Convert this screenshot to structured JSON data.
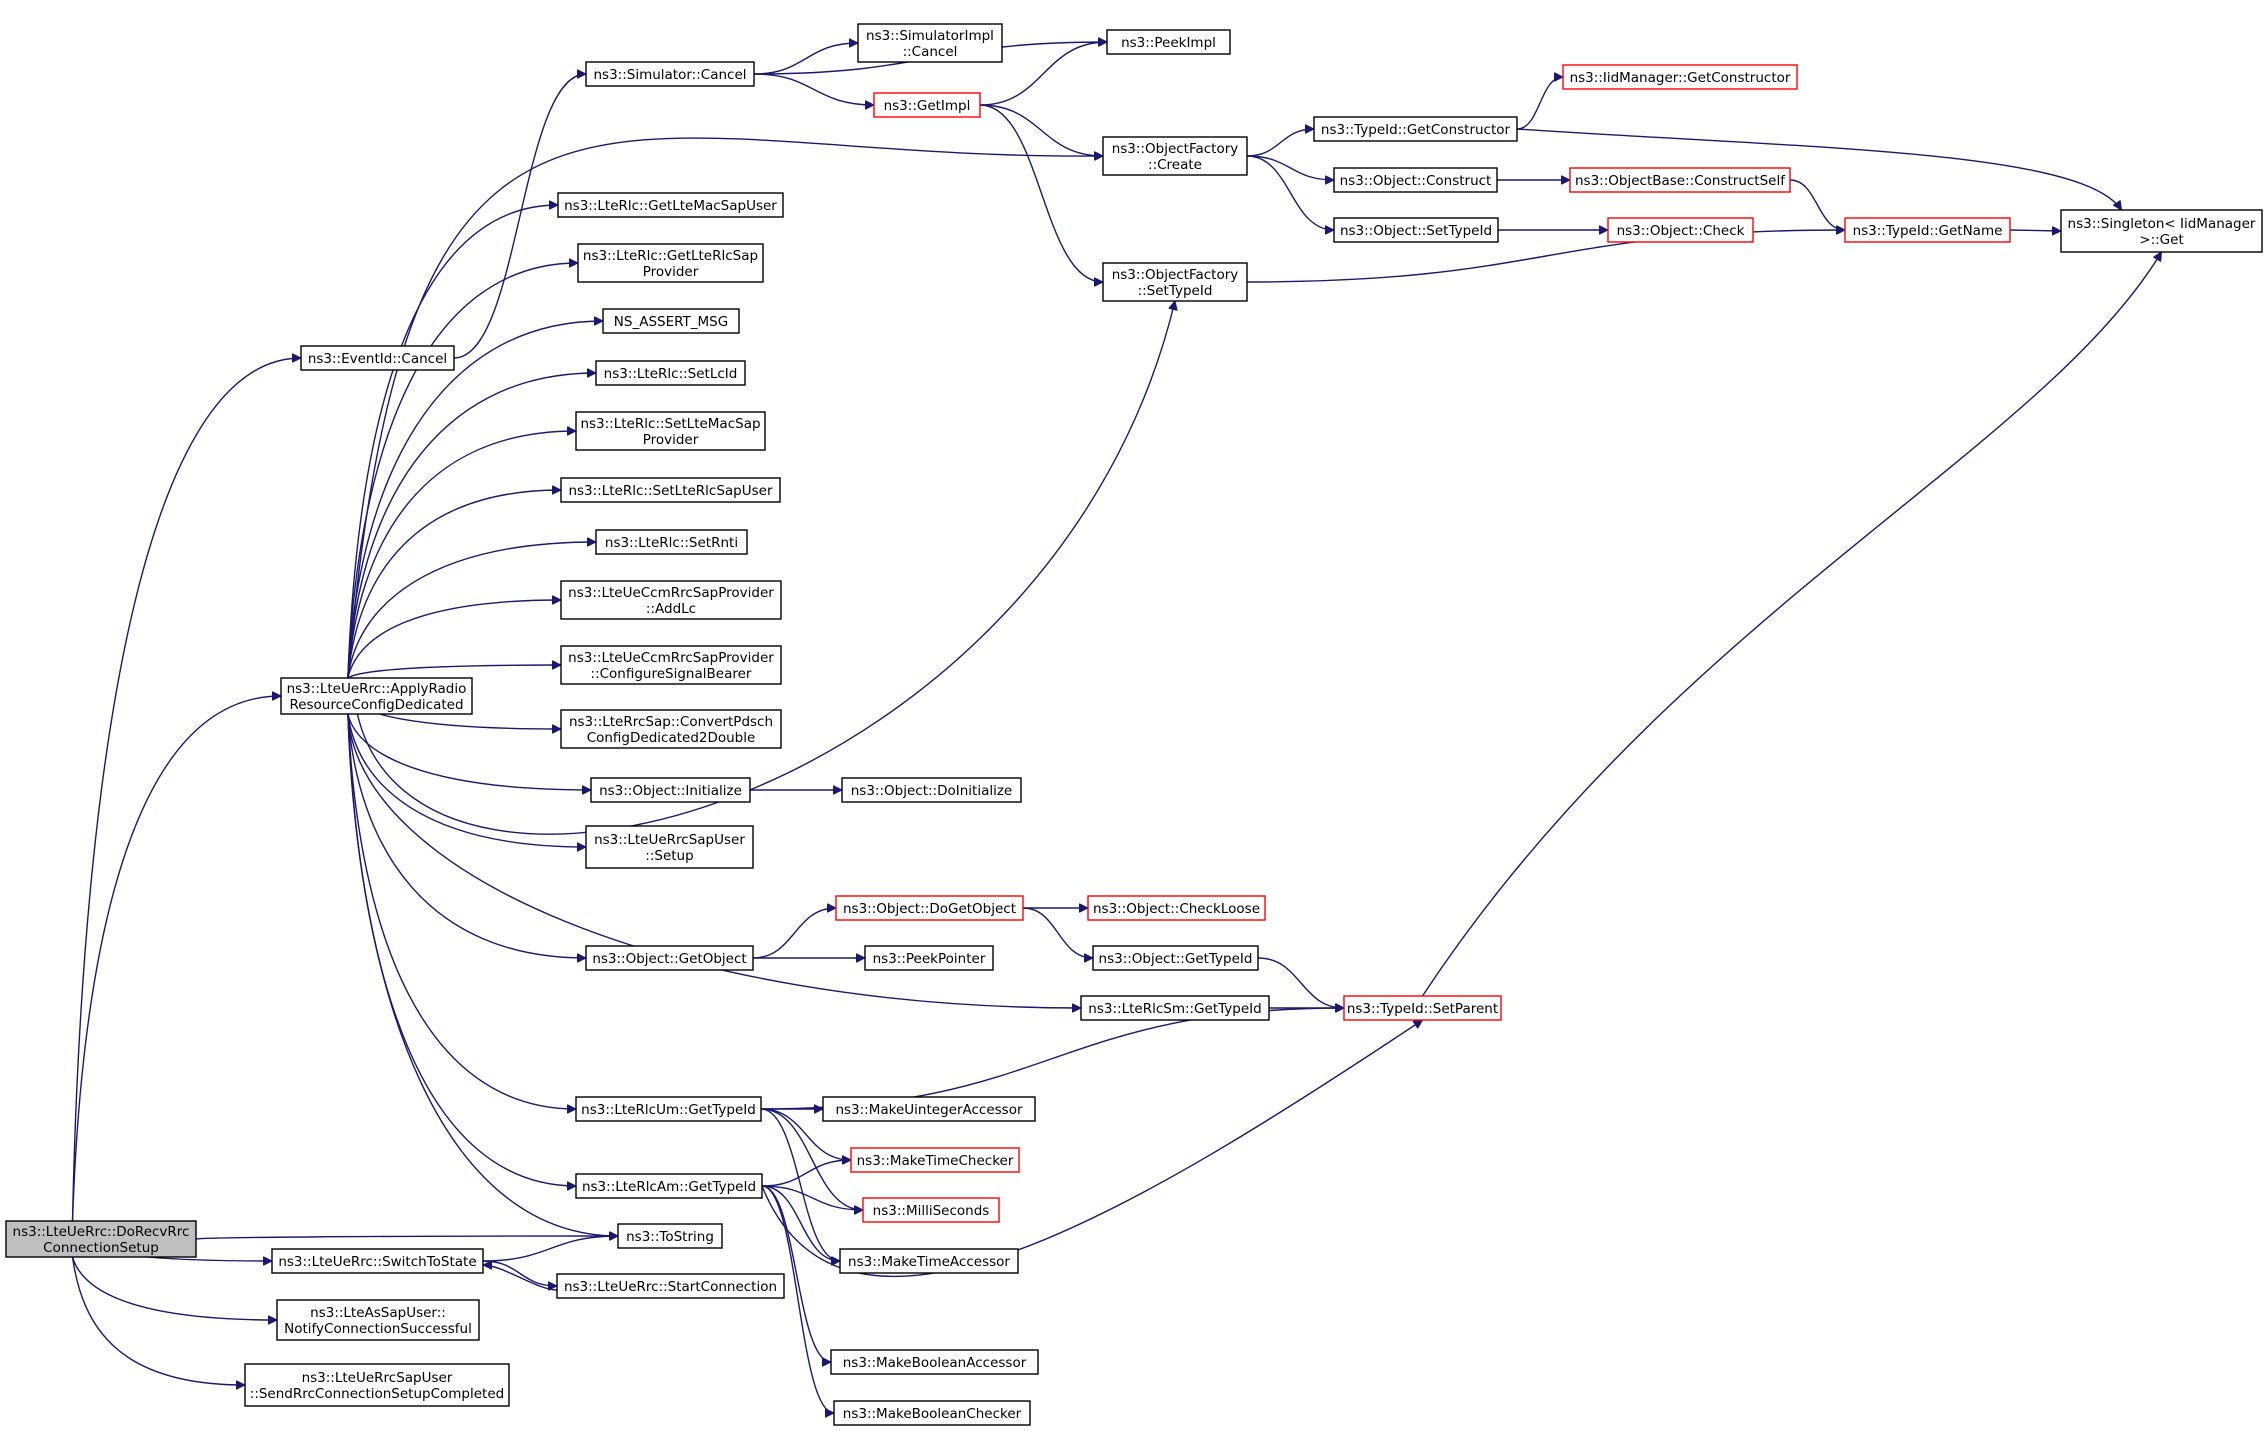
{
  "nodes": [
    {
      "id": "root",
      "lines": [
        "ns3::LteUeRrc::DoRecvRrc",
        "ConnectionSetup"
      ],
      "style": "root"
    },
    {
      "id": "eventid_cancel",
      "lines": [
        "ns3::EventId::Cancel"
      ],
      "style": "normal"
    },
    {
      "id": "sim_cancel",
      "lines": [
        "ns3::Simulator::Cancel"
      ],
      "style": "normal"
    },
    {
      "id": "simimpl_cancel",
      "lines": [
        "ns3::SimulatorImpl",
        "::Cancel"
      ],
      "style": "normal"
    },
    {
      "id": "peekimpl",
      "lines": [
        "ns3::PeekImpl"
      ],
      "style": "normal"
    },
    {
      "id": "getimpl",
      "lines": [
        "ns3::GetImpl"
      ],
      "style": "red"
    },
    {
      "id": "of_create",
      "lines": [
        "ns3::ObjectFactory",
        "::Create"
      ],
      "style": "normal"
    },
    {
      "id": "tid_getctor",
      "lines": [
        "ns3::TypeId::GetConstructor"
      ],
      "style": "normal"
    },
    {
      "id": "iid_getctor",
      "lines": [
        "ns3::IidManager::GetConstructor"
      ],
      "style": "red"
    },
    {
      "id": "obj_construct",
      "lines": [
        "ns3::Object::Construct"
      ],
      "style": "normal"
    },
    {
      "id": "objbase_cself",
      "lines": [
        "ns3::ObjectBase::ConstructSelf"
      ],
      "style": "red"
    },
    {
      "id": "obj_settypeid",
      "lines": [
        "ns3::Object::SetTypeId"
      ],
      "style": "normal"
    },
    {
      "id": "obj_check",
      "lines": [
        "ns3::Object::Check"
      ],
      "style": "red"
    },
    {
      "id": "tid_getname",
      "lines": [
        "ns3::TypeId::GetName"
      ],
      "style": "red"
    },
    {
      "id": "singleton_get",
      "lines": [
        "ns3::Singleton< IidManager",
        ">::Get"
      ],
      "style": "normal"
    },
    {
      "id": "of_settypeid",
      "lines": [
        "ns3::ObjectFactory",
        "::SetTypeId"
      ],
      "style": "normal"
    },
    {
      "id": "rlc_getmacuser",
      "lines": [
        "ns3::LteRlc::GetLteMacSapUser"
      ],
      "style": "normal"
    },
    {
      "id": "rlc_getrlcprov",
      "lines": [
        "ns3::LteRlc::GetLteRlcSap",
        "Provider"
      ],
      "style": "normal"
    },
    {
      "id": "ns_assert",
      "lines": [
        "NS_ASSERT_MSG"
      ],
      "style": "normal"
    },
    {
      "id": "rlc_setlcid",
      "lines": [
        "ns3::LteRlc::SetLcId"
      ],
      "style": "normal"
    },
    {
      "id": "rlc_setmacprov",
      "lines": [
        "ns3::LteRlc::SetLteMacSap",
        "Provider"
      ],
      "style": "normal"
    },
    {
      "id": "rlc_setrlcuser",
      "lines": [
        "ns3::LteRlc::SetLteRlcSapUser"
      ],
      "style": "normal"
    },
    {
      "id": "rlc_setrnti",
      "lines": [
        "ns3::LteRlc::SetRnti"
      ],
      "style": "normal"
    },
    {
      "id": "ccm_addlc",
      "lines": [
        "ns3::LteUeCcmRrcSapProvider",
        "::AddLc"
      ],
      "style": "normal"
    },
    {
      "id": "ccm_configsb",
      "lines": [
        "ns3::LteUeCcmRrcSapProvider",
        "::ConfigureSignalBearer"
      ],
      "style": "normal"
    },
    {
      "id": "apply_radio",
      "lines": [
        "ns3::LteUeRrc::ApplyRadio",
        "ResourceConfigDedicated"
      ],
      "style": "normal"
    },
    {
      "id": "rrcsap_convert",
      "lines": [
        "ns3::LteRrcSap::ConvertPdsch",
        "ConfigDedicated2Double"
      ],
      "style": "normal"
    },
    {
      "id": "obj_initialize",
      "lines": [
        "ns3::Object::Initialize"
      ],
      "style": "normal"
    },
    {
      "id": "obj_doinitialize",
      "lines": [
        "ns3::Object::DoInitialize"
      ],
      "style": "normal"
    },
    {
      "id": "rrcsapuser_setup",
      "lines": [
        "ns3::LteUeRrcSapUser",
        "::Setup"
      ],
      "style": "normal"
    },
    {
      "id": "obj_dogetobject",
      "lines": [
        "ns3::Object::DoGetObject"
      ],
      "style": "red"
    },
    {
      "id": "obj_checkloose",
      "lines": [
        "ns3::Object::CheckLoose"
      ],
      "style": "red"
    },
    {
      "id": "obj_getobject",
      "lines": [
        "ns3::Object::GetObject"
      ],
      "style": "normal"
    },
    {
      "id": "peekpointer",
      "lines": [
        "ns3::PeekPointer"
      ],
      "style": "normal"
    },
    {
      "id": "obj_gettypeid",
      "lines": [
        "ns3::Object::GetTypeId"
      ],
      "style": "normal"
    },
    {
      "id": "rlcsm_gettypeid",
      "lines": [
        "ns3::LteRlcSm::GetTypeId"
      ],
      "style": "normal"
    },
    {
      "id": "tid_setparent",
      "lines": [
        "ns3::TypeId::SetParent"
      ],
      "style": "red"
    },
    {
      "id": "rlcum_gettypeid",
      "lines": [
        "ns3::LteRlcUm::GetTypeId"
      ],
      "style": "normal"
    },
    {
      "id": "make_uint_acc",
      "lines": [
        "ns3::MakeUintegerAccessor"
      ],
      "style": "normal"
    },
    {
      "id": "make_time_chk",
      "lines": [
        "ns3::MakeTimeChecker"
      ],
      "style": "red"
    },
    {
      "id": "rlcam_gettypeid",
      "lines": [
        "ns3::LteRlcAm::GetTypeId"
      ],
      "style": "normal"
    },
    {
      "id": "milliseconds",
      "lines": [
        "ns3::MilliSeconds"
      ],
      "style": "red"
    },
    {
      "id": "tostring",
      "lines": [
        "ns3::ToString"
      ],
      "style": "normal"
    },
    {
      "id": "make_time_acc",
      "lines": [
        "ns3::MakeTimeAccessor"
      ],
      "style": "normal"
    },
    {
      "id": "switchtostate",
      "lines": [
        "ns3::LteUeRrc::SwitchToState"
      ],
      "style": "normal"
    },
    {
      "id": "startconnection",
      "lines": [
        "ns3::LteUeRrc::StartConnection"
      ],
      "style": "normal"
    },
    {
      "id": "notifyconn",
      "lines": [
        "ns3::LteAsSapUser::",
        "NotifyConnectionSuccessful"
      ],
      "style": "normal"
    },
    {
      "id": "make_bool_acc",
      "lines": [
        "ns3::MakeBooleanAccessor"
      ],
      "style": "normal"
    },
    {
      "id": "sendrrc",
      "lines": [
        "ns3::LteUeRrcSapUser",
        "::SendRrcConnectionSetupCompleted"
      ],
      "style": "normal"
    },
    {
      "id": "make_bool_chk",
      "lines": [
        "ns3::MakeBooleanChecker"
      ],
      "style": "normal"
    }
  ],
  "edges": [
    [
      "root",
      "eventid_cancel"
    ],
    [
      "root",
      "apply_radio"
    ],
    [
      "root",
      "tostring"
    ],
    [
      "root",
      "switchtostate"
    ],
    [
      "root",
      "notifyconn"
    ],
    [
      "root",
      "sendrrc"
    ],
    [
      "eventid_cancel",
      "sim_cancel"
    ],
    [
      "sim_cancel",
      "simimpl_cancel"
    ],
    [
      "sim_cancel",
      "peekimpl"
    ],
    [
      "sim_cancel",
      "getimpl"
    ],
    [
      "getimpl",
      "peekimpl"
    ],
    [
      "getimpl",
      "of_create"
    ],
    [
      "getimpl",
      "of_settypeid"
    ],
    [
      "of_create",
      "tid_getctor"
    ],
    [
      "of_create",
      "obj_construct"
    ],
    [
      "of_create",
      "obj_settypeid"
    ],
    [
      "tid_getctor",
      "iid_getctor"
    ],
    [
      "tid_getctor",
      "singleton_get"
    ],
    [
      "obj_construct",
      "objbase_cself"
    ],
    [
      "objbase_cself",
      "tid_getname"
    ],
    [
      "obj_settypeid",
      "obj_check"
    ],
    [
      "tid_getname",
      "singleton_get"
    ],
    [
      "of_settypeid",
      "tid_getname"
    ],
    [
      "apply_radio",
      "of_create"
    ],
    [
      "apply_radio",
      "rlc_getmacuser"
    ],
    [
      "apply_radio",
      "rlc_getrlcprov"
    ],
    [
      "apply_radio",
      "ns_assert"
    ],
    [
      "apply_radio",
      "rlc_setlcid"
    ],
    [
      "apply_radio",
      "rlc_setmacprov"
    ],
    [
      "apply_radio",
      "rlc_setrlcuser"
    ],
    [
      "apply_radio",
      "rlc_setrnti"
    ],
    [
      "apply_radio",
      "ccm_addlc"
    ],
    [
      "apply_radio",
      "ccm_configsb"
    ],
    [
      "apply_radio",
      "rrcsap_convert"
    ],
    [
      "apply_radio",
      "obj_initialize"
    ],
    [
      "apply_radio",
      "rrcsapuser_setup"
    ],
    [
      "apply_radio",
      "of_settypeid"
    ],
    [
      "apply_radio",
      "obj_getobject"
    ],
    [
      "apply_radio",
      "rlcsm_gettypeid"
    ],
    [
      "apply_radio",
      "rlcum_gettypeid"
    ],
    [
      "apply_radio",
      "rlcam_gettypeid"
    ],
    [
      "apply_radio",
      "tostring"
    ],
    [
      "obj_initialize",
      "obj_doinitialize"
    ],
    [
      "obj_getobject",
      "obj_dogetobject"
    ],
    [
      "obj_getobject",
      "peekpointer"
    ],
    [
      "obj_dogetobject",
      "obj_checkloose"
    ],
    [
      "obj_dogetobject",
      "obj_gettypeid"
    ],
    [
      "obj_gettypeid",
      "tid_setparent"
    ],
    [
      "rlcsm_gettypeid",
      "tid_setparent"
    ],
    [
      "tid_setparent",
      "singleton_get"
    ],
    [
      "rlcum_gettypeid",
      "tid_setparent"
    ],
    [
      "rlcum_gettypeid",
      "make_uint_acc"
    ],
    [
      "rlcum_gettypeid",
      "make_time_chk"
    ],
    [
      "rlcum_gettypeid",
      "milliseconds"
    ],
    [
      "rlcum_gettypeid",
      "make_time_acc"
    ],
    [
      "rlcam_gettypeid",
      "make_time_chk"
    ],
    [
      "rlcam_gettypeid",
      "milliseconds"
    ],
    [
      "rlcam_gettypeid",
      "make_time_acc"
    ],
    [
      "rlcam_gettypeid",
      "tid_setparent"
    ],
    [
      "rlcam_gettypeid",
      "make_bool_acc"
    ],
    [
      "rlcam_gettypeid",
      "make_bool_chk"
    ],
    [
      "switchtostate",
      "tostring"
    ],
    [
      "switchtostate",
      "startconnection"
    ],
    [
      "startconnection",
      "switchtostate"
    ]
  ]
}
